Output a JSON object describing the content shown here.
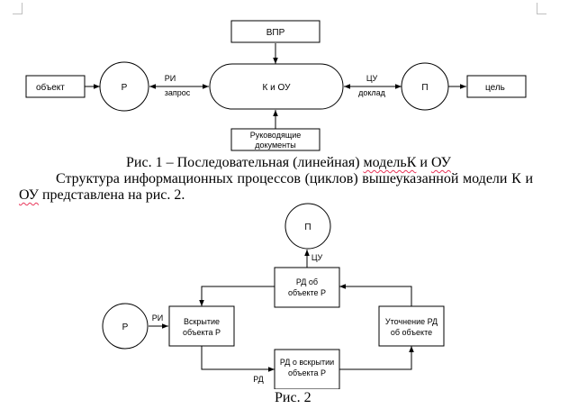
{
  "figure1": {
    "nodes": {
      "vpr": "ВПР",
      "object": "объект",
      "r": "Р",
      "center": "К и ОУ",
      "p": "П",
      "goal": "цель",
      "docs_line1": "Руководящие",
      "docs_line2": "документы"
    },
    "edges": {
      "ri": "РИ",
      "request": "запрос",
      "cu": "ЦУ",
      "report": "доклад"
    },
    "caption": {
      "part1": "Рис. 1 – Последовательная (линейная) ",
      "model": "модельК",
      "part2": " и ",
      "ou": "ОУ"
    }
  },
  "paragraph": {
    "part1": "Структура информационных процессов (циклов) вышеуказанной модели К и ",
    "ou": "ОУ",
    "part2": " представлена на рис. 2."
  },
  "figure2": {
    "nodes": {
      "p": "П",
      "rd_object_line1": "РД об",
      "rd_object_line2": "объекте Р",
      "r": "Р",
      "discover_line1": "Вскрытие",
      "discover_line2": "объекта Р",
      "refine_line1": "Уточнение РД",
      "refine_line2": "об объекте",
      "rd_discover_line1": "РД о вскрытии",
      "rd_discover_line2": "объекта Р"
    },
    "edges": {
      "cu": "ЦУ",
      "ri": "РИ",
      "rd": "РД"
    },
    "caption": "Рис. 2"
  }
}
